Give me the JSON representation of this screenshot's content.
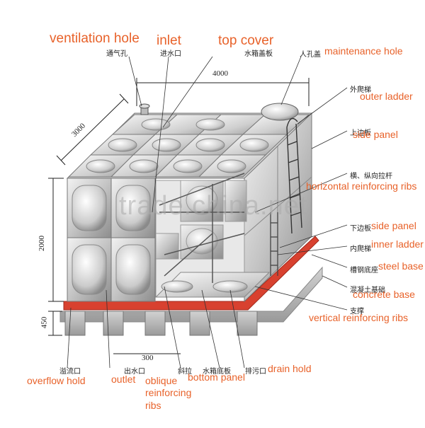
{
  "labels": {
    "ventilation_hole": {
      "en": "ventilation hole",
      "zh": "通气孔"
    },
    "inlet": {
      "en": "inlet",
      "zh": "进水口"
    },
    "top_cover": {
      "en": "top cover",
      "zh": "水箱盖板"
    },
    "maintenance_hole": {
      "en": "maintenance hole",
      "zh": "人孔盖"
    },
    "outer_ladder": {
      "en": "outer ladder",
      "zh": "外爬梯"
    },
    "side_panel_upper": {
      "en": "side panel",
      "zh": "上边板"
    },
    "horizontal_ribs": {
      "en": "horizontal reinforcing ribs",
      "zh": "横、纵向拉杆"
    },
    "side_panel_lower": {
      "en": "side panel",
      "zh": "下边板"
    },
    "inner_ladder": {
      "en": "inner ladder",
      "zh": "内爬梯"
    },
    "steel_base": {
      "en": "steel base",
      "zh": "槽钢底座"
    },
    "concrete_base": {
      "en": "concrete base",
      "zh": "混凝土基础"
    },
    "vertical_ribs": {
      "en": "vertical reinforcing ribs",
      "zh": "支撑"
    },
    "overflow_hold": {
      "en": "overflow hold",
      "zh": "溢流口"
    },
    "outlet": {
      "en": "outlet",
      "zh": "出水口"
    },
    "oblique_ribs": {
      "en": "oblique reinforcing ribs",
      "en_line1": "oblique",
      "en_line2": "reinforcing",
      "en_line3": "ribs",
      "zh": "斜拉"
    },
    "bottom_panel": {
      "en": "bottom panel",
      "zh": "水箱底板"
    },
    "drain_hold": {
      "en": "drain hold",
      "zh": "排污口"
    }
  },
  "dimensions": {
    "length": "4000",
    "width": "3000",
    "height": "2000",
    "base_height": "450",
    "support_spacing": "300"
  },
  "watermark": "trade.china.net",
  "colors": {
    "label_en": "#e8622a",
    "label_zh": "#222222",
    "panel_light": "#dcdcdc",
    "panel_dark": "#a8a8a8",
    "steel_base": "#d8412f",
    "concrete": "#b9b9b9"
  }
}
